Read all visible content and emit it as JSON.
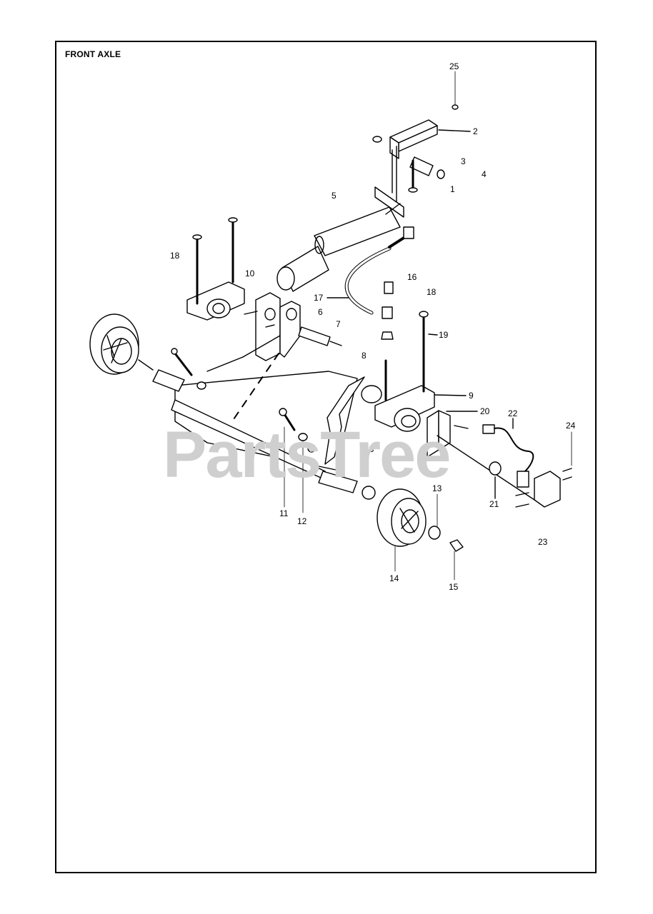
{
  "title": "FRONT AXLE",
  "watermark": "PartsTree",
  "labels": [
    {
      "id": "1",
      "text": "1"
    },
    {
      "id": "2",
      "text": "2"
    },
    {
      "id": "3",
      "text": "3"
    },
    {
      "id": "4",
      "text": "4"
    },
    {
      "id": "5",
      "text": "5"
    },
    {
      "id": "6",
      "text": "6"
    },
    {
      "id": "7",
      "text": "7"
    },
    {
      "id": "8",
      "text": "8"
    },
    {
      "id": "9",
      "text": "9"
    },
    {
      "id": "10",
      "text": "10"
    },
    {
      "id": "11",
      "text": "11"
    },
    {
      "id": "12",
      "text": "12"
    },
    {
      "id": "13a",
      "text": "13"
    },
    {
      "id": "13b",
      "text": "13"
    },
    {
      "id": "14",
      "text": "14"
    },
    {
      "id": "15",
      "text": "15"
    },
    {
      "id": "16",
      "text": "16"
    },
    {
      "id": "17",
      "text": "17"
    },
    {
      "id": "18a",
      "text": "18"
    },
    {
      "id": "18b",
      "text": "18"
    },
    {
      "id": "19",
      "text": "19"
    },
    {
      "id": "20",
      "text": "20"
    },
    {
      "id": "21",
      "text": "21"
    },
    {
      "id": "22",
      "text": "22"
    },
    {
      "id": "23",
      "text": "23"
    },
    {
      "id": "24",
      "text": "24"
    },
    {
      "id": "25",
      "text": "25"
    }
  ]
}
